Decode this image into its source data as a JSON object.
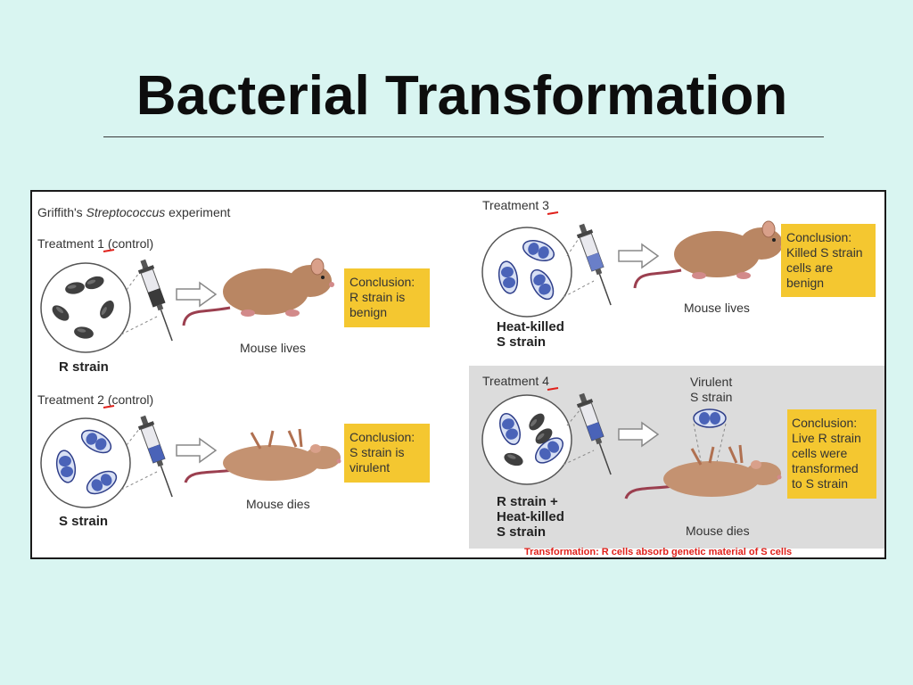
{
  "slide": {
    "title": "Bacterial Transformation"
  },
  "figure": {
    "experiment_prefix": "Griffith's ",
    "experiment_italic": "Streptococcus",
    "experiment_suffix": " experiment",
    "treatments": [
      {
        "label_prefix": "Treatment ",
        "number": "1",
        "label_suffix": " (control)",
        "sample": "R strain",
        "outcome": "Mouse lives",
        "conclusion": [
          "Conclusion:",
          "R strain is",
          "benign"
        ]
      },
      {
        "label_prefix": "Treatment ",
        "number": "2",
        "label_suffix": " (control)",
        "sample": "S strain",
        "outcome": "Mouse dies",
        "conclusion": [
          "Conclusion:",
          "S strain is",
          "virulent"
        ]
      },
      {
        "label_prefix": "Treatment ",
        "number": "3",
        "label_suffix": "",
        "sample_lines": [
          "Heat-killed",
          "S strain"
        ],
        "outcome": "Mouse lives",
        "conclusion": [
          "Conclusion:",
          "Killed S strain",
          "cells are",
          "benign"
        ]
      },
      {
        "label_prefix": "Treatment ",
        "number": "4",
        "label_suffix": "",
        "sample_lines": [
          "R strain +",
          "Heat-killed",
          "S strain"
        ],
        "recovered_lines": [
          "Virulent",
          "S strain"
        ],
        "outcome": "Mouse dies",
        "conclusion": [
          "Conclusion:",
          "Live R strain",
          "cells were",
          "transformed",
          "to S strain"
        ]
      }
    ],
    "footnote": "Transformation: R cells absorb genetic material of S cells"
  },
  "colors": {
    "background": "#d9f5f1",
    "conclusion_box": "#f4c730",
    "footnote": "#e0201a",
    "treatment4_panel": "#dcdcdc",
    "mouse": "#b98663",
    "s_strain": "#4a63b8",
    "r_strain": "#3f3f3f"
  }
}
